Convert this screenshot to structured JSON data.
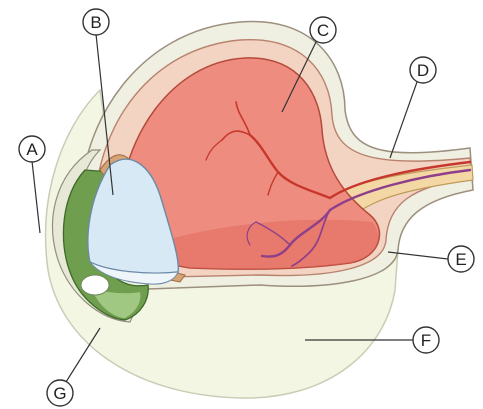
{
  "labels": {
    "a": "A",
    "b": "B",
    "c": "C",
    "d": "D",
    "e": "E",
    "f": "F",
    "g": "G"
  },
  "colors": {
    "outer_ball": "#f4f6e4",
    "sclera": "#eceadb",
    "choroid": "#f1c9b8",
    "retina_cavity": "#ee8c80",
    "retina_cavity_dark": "#e2695d",
    "lens": "#d8e9f6",
    "iris": "#6f9e4e",
    "iris_light": "#a6cc88",
    "blood_vessel_red": "#c8372b",
    "blood_vessel_purple": "#8e3f8a",
    "optic_nerve": "#f3d8a6",
    "outline": "#7a4a3c"
  }
}
